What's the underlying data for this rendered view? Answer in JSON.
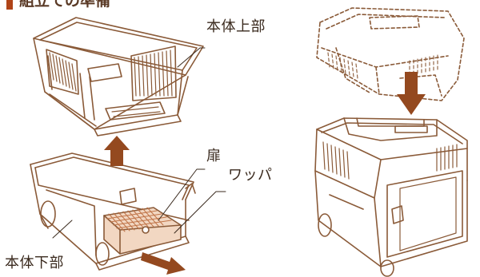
{
  "title": "組立ての準備",
  "labels": {
    "body_upper": "本体上部",
    "door": "扉",
    "washer": "ワッパ",
    "body_lower": "本体下部"
  },
  "colors": {
    "line": "#8a5a38",
    "accent": "#b04418",
    "arrow": "#94491f",
    "tray": "#f2d7c2",
    "tray_grid": "#c07448",
    "text": "#3a2a1e"
  },
  "icons": [
    "arrow-up-icon",
    "arrow-down-icon",
    "arrow-out-icon"
  ]
}
